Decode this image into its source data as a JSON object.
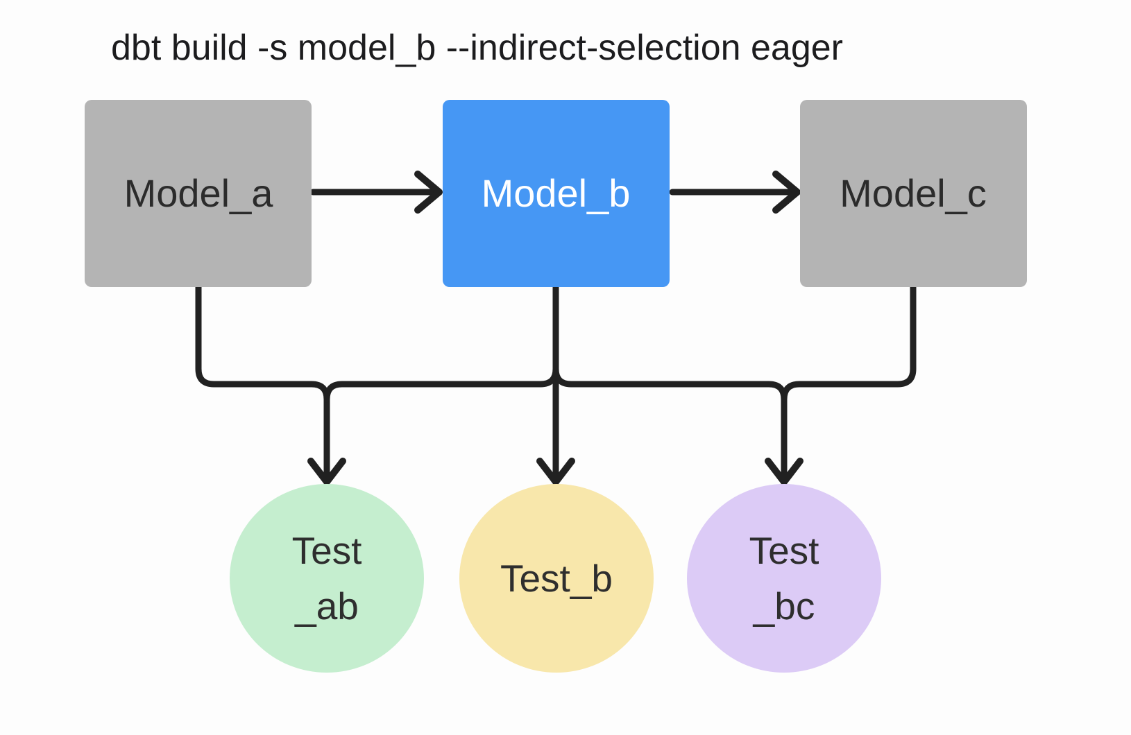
{
  "title": "dbt build -s model_b --indirect-selection eager",
  "colors": {
    "background": "#fdfdfd",
    "edge": "#212121",
    "title_text": "#1c1c1e",
    "model_gray": "#b4b4b4",
    "model_selected_blue": "#4697f4",
    "test_green": "#c5eecf",
    "test_yellow": "#f8e7ab",
    "test_purple": "#dccbf6"
  },
  "models": [
    {
      "id": "model_a",
      "label": "Model_a",
      "fill": "#b4b4b4",
      "text_color": "#2b2b2b",
      "selected": false
    },
    {
      "id": "model_b",
      "label": "Model_b",
      "fill": "#4697f4",
      "text_color": "#ffffff",
      "selected": true
    },
    {
      "id": "model_c",
      "label": "Model_c",
      "fill": "#b4b4b4",
      "text_color": "#2b2b2b",
      "selected": false
    }
  ],
  "tests": [
    {
      "id": "test_ab",
      "line1": "Test",
      "line2": "_ab",
      "fill": "#c5eecf",
      "text_color": "#2e2e2e"
    },
    {
      "id": "test_b",
      "line1": "Test_b",
      "line2": "",
      "fill": "#f8e7ab",
      "text_color": "#2e2e2e"
    },
    {
      "id": "test_bc",
      "line1": "Test",
      "line2": "_bc",
      "fill": "#dccbf6",
      "text_color": "#2e2e2e"
    }
  ],
  "edges": [
    {
      "from": "model_a",
      "to": "model_b"
    },
    {
      "from": "model_b",
      "to": "model_c"
    },
    {
      "from": "model_a",
      "to": "test_ab"
    },
    {
      "from": "model_b",
      "to": "test_ab"
    },
    {
      "from": "model_b",
      "to": "test_b"
    },
    {
      "from": "model_b",
      "to": "test_bc"
    },
    {
      "from": "model_c",
      "to": "test_bc"
    }
  ]
}
